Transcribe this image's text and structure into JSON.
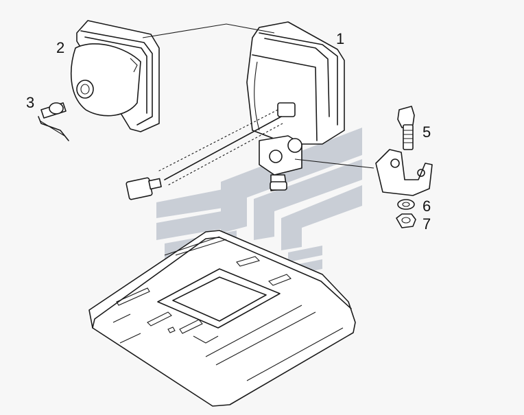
{
  "diagram": {
    "callouts": [
      {
        "id": "c1",
        "text": "1"
      },
      {
        "id": "c2",
        "text": "2"
      },
      {
        "id": "c3",
        "text": "3"
      },
      {
        "id": "c5",
        "text": "5"
      },
      {
        "id": "c6",
        "text": "6"
      },
      {
        "id": "c7",
        "text": "7"
      }
    ]
  },
  "colors": {
    "line": "#1a1a1a",
    "background": "#f7f7f7",
    "watermark": "#c9ced6"
  }
}
